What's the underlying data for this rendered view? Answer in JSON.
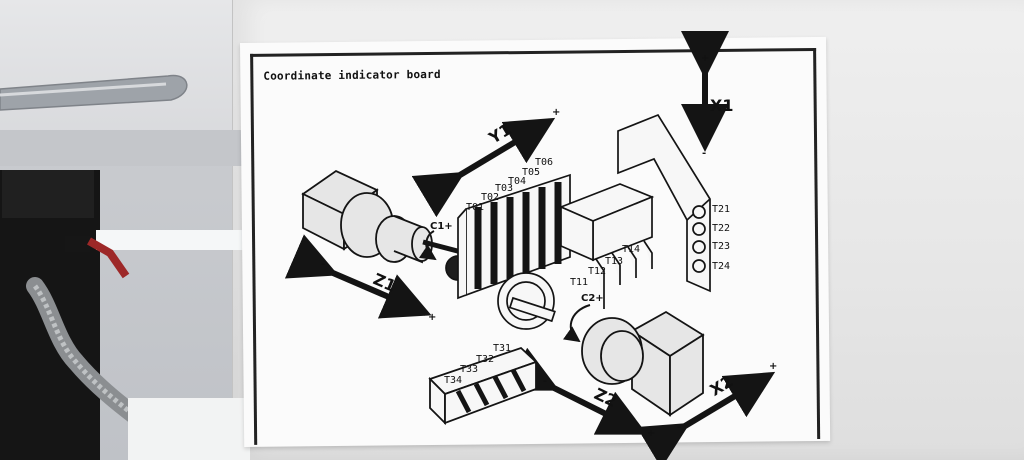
{
  "label": {
    "title": "Coordinate indicator board"
  },
  "axis_labels": {
    "y1": "Y1",
    "x1": "X1",
    "z1": "Z1",
    "z2": "Z2",
    "x2": "X2",
    "c1": "C1+",
    "c2": "C2+"
  },
  "axis_signs": {
    "y1_plus": "+",
    "y1_minus": "-",
    "x1_plus": "+",
    "x1_minus": "-",
    "z1_minus": "-",
    "z1_plus": "+",
    "z2_minus": "-",
    "z2_plus": "+",
    "x2_minus": "-",
    "x2_plus": "+"
  },
  "tools": {
    "upper_row": [
      "T01",
      "T02",
      "T03",
      "T04",
      "T05",
      "T06"
    ],
    "lower_row": [
      "T11",
      "T12",
      "T13",
      "T14"
    ],
    "right_column": [
      "T21",
      "T22",
      "T23",
      "T24"
    ],
    "bottom_block": [
      "T34",
      "T33",
      "T32",
      "T31"
    ]
  },
  "colors": {
    "ink": "#141414",
    "card": "#fbfbfb",
    "part": "#dedede",
    "panel": "#eaeaea"
  }
}
